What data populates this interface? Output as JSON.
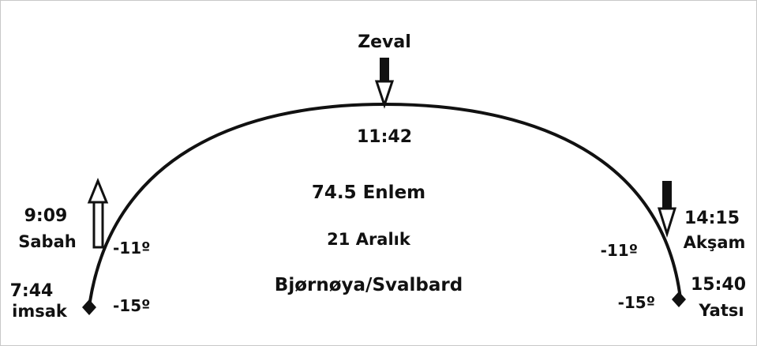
{
  "colors": {
    "ink": "#111111",
    "background": "#ffffff",
    "frame": "#c8c8c8"
  },
  "zenith": {
    "label": "Zeval",
    "time": "11:42"
  },
  "center": {
    "latitude": "74.5 Enlem",
    "date": "21 Aralık",
    "place": "Bjørnøya/Svalbard"
  },
  "left": {
    "sabah": {
      "time": "9:09",
      "label": "Sabah",
      "angle": "-11º"
    },
    "imsak": {
      "time": "7:44",
      "label": "imsak",
      "angle": "-15º"
    }
  },
  "right": {
    "aksam": {
      "time": "14:15",
      "label": "Akşam",
      "angle": "-11º"
    },
    "yatsi": {
      "time": "15:40",
      "label": "Yatsı",
      "angle": "-15º"
    }
  },
  "icons": {
    "zenith_marker": "arrow-down-icon",
    "sabah_marker": "arrow-up-icon",
    "aksam_marker": "arrow-down-icon",
    "imsak_marker": "diamond-icon",
    "yatsi_marker": "diamond-icon"
  }
}
